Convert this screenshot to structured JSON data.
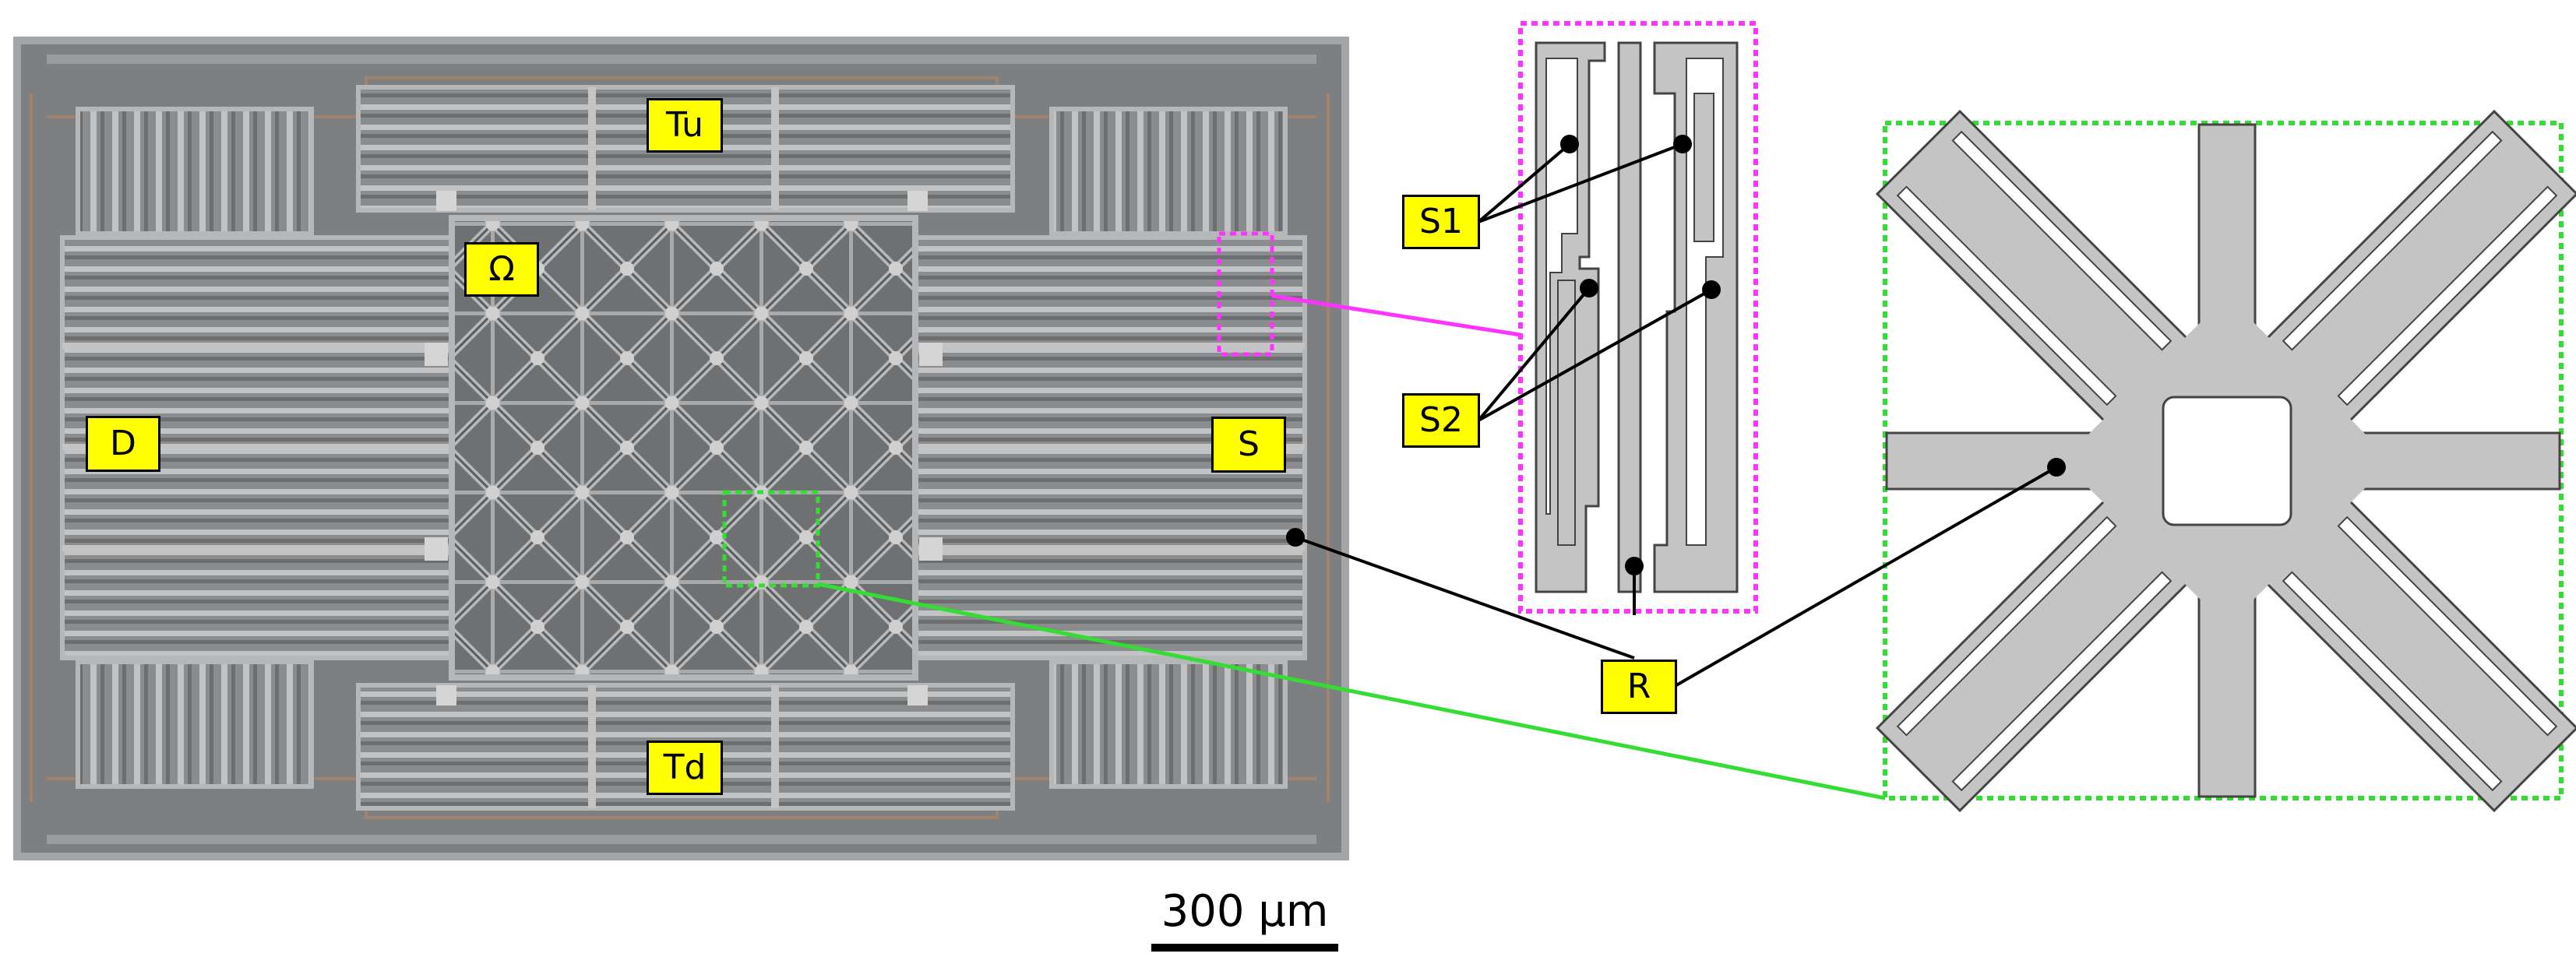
{
  "labels": {
    "tu": "Tu",
    "td": "Td",
    "omega": "Ω",
    "d": "D",
    "s": "S",
    "s1": "S1",
    "s2": "S2",
    "r": "R"
  },
  "scale_bar": "300 μm",
  "colors": {
    "label_fill": "#ffff00",
    "magenta": "#ff33ff",
    "green": "#33dd33",
    "chip_bg": "#808284",
    "structure": "#c4c4c4"
  }
}
